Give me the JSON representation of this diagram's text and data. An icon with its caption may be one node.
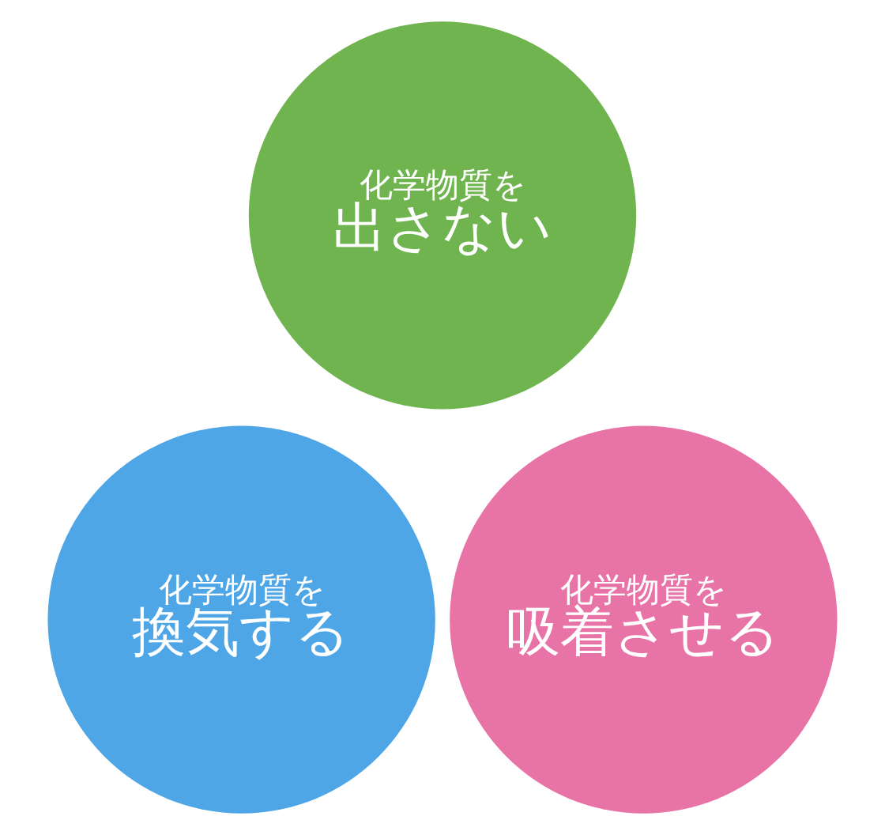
{
  "diagram": {
    "nodes": [
      {
        "text": [
          "化学物質を",
          "出さない"
        ]
      },
      {
        "text": [
          "化学物質を",
          "換気する"
        ]
      },
      {
        "text": [
          "化学物質を",
          "吸着させる"
        ]
      }
    ]
  }
}
